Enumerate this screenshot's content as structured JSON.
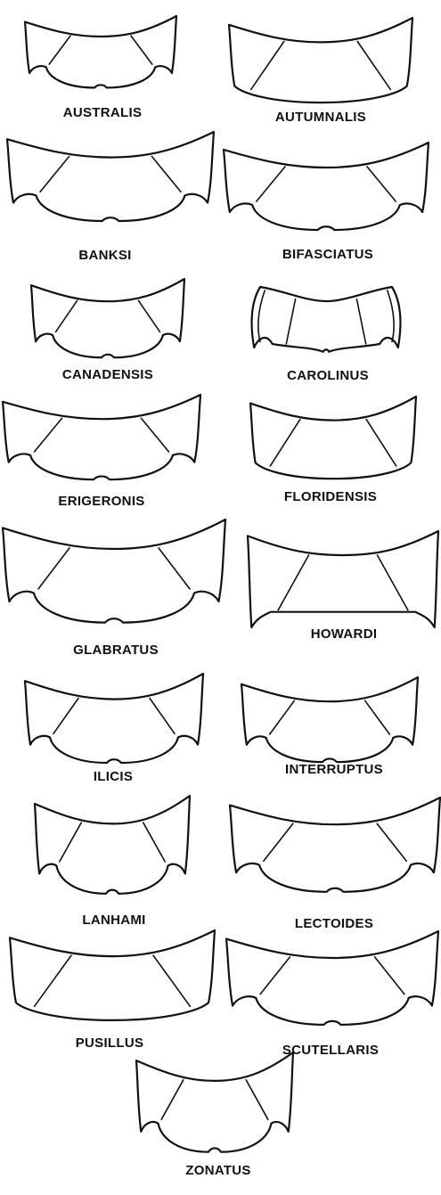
{
  "plate": {
    "specimens": [
      {
        "id": "australis",
        "label": "AUSTRALIS"
      },
      {
        "id": "autumnalis",
        "label": "AUTUMNALIS"
      },
      {
        "id": "banksi",
        "label": "BANKSI"
      },
      {
        "id": "bifasciatus",
        "label": "BIFASCIATUS"
      },
      {
        "id": "canadensis",
        "label": "CANADENSIS"
      },
      {
        "id": "carolinus",
        "label": "CAROLINUS"
      },
      {
        "id": "erigeronis",
        "label": "ERIGERONIS"
      },
      {
        "id": "floridensis",
        "label": "FLORIDENSIS"
      },
      {
        "id": "glabratus",
        "label": "GLABRATUS"
      },
      {
        "id": "howardi",
        "label": "HOWARDI"
      },
      {
        "id": "ilicis",
        "label": "ILICIS"
      },
      {
        "id": "interruptus",
        "label": "INTERRUPTUS"
      },
      {
        "id": "lanhami",
        "label": "LANHAMI"
      },
      {
        "id": "lectoides",
        "label": "LECTOIDES"
      },
      {
        "id": "pusillus",
        "label": "PUSILLUS"
      },
      {
        "id": "scutellaris",
        "label": "SCUTELLARIS"
      },
      {
        "id": "zonatus",
        "label": "ZONATUS"
      }
    ]
  }
}
